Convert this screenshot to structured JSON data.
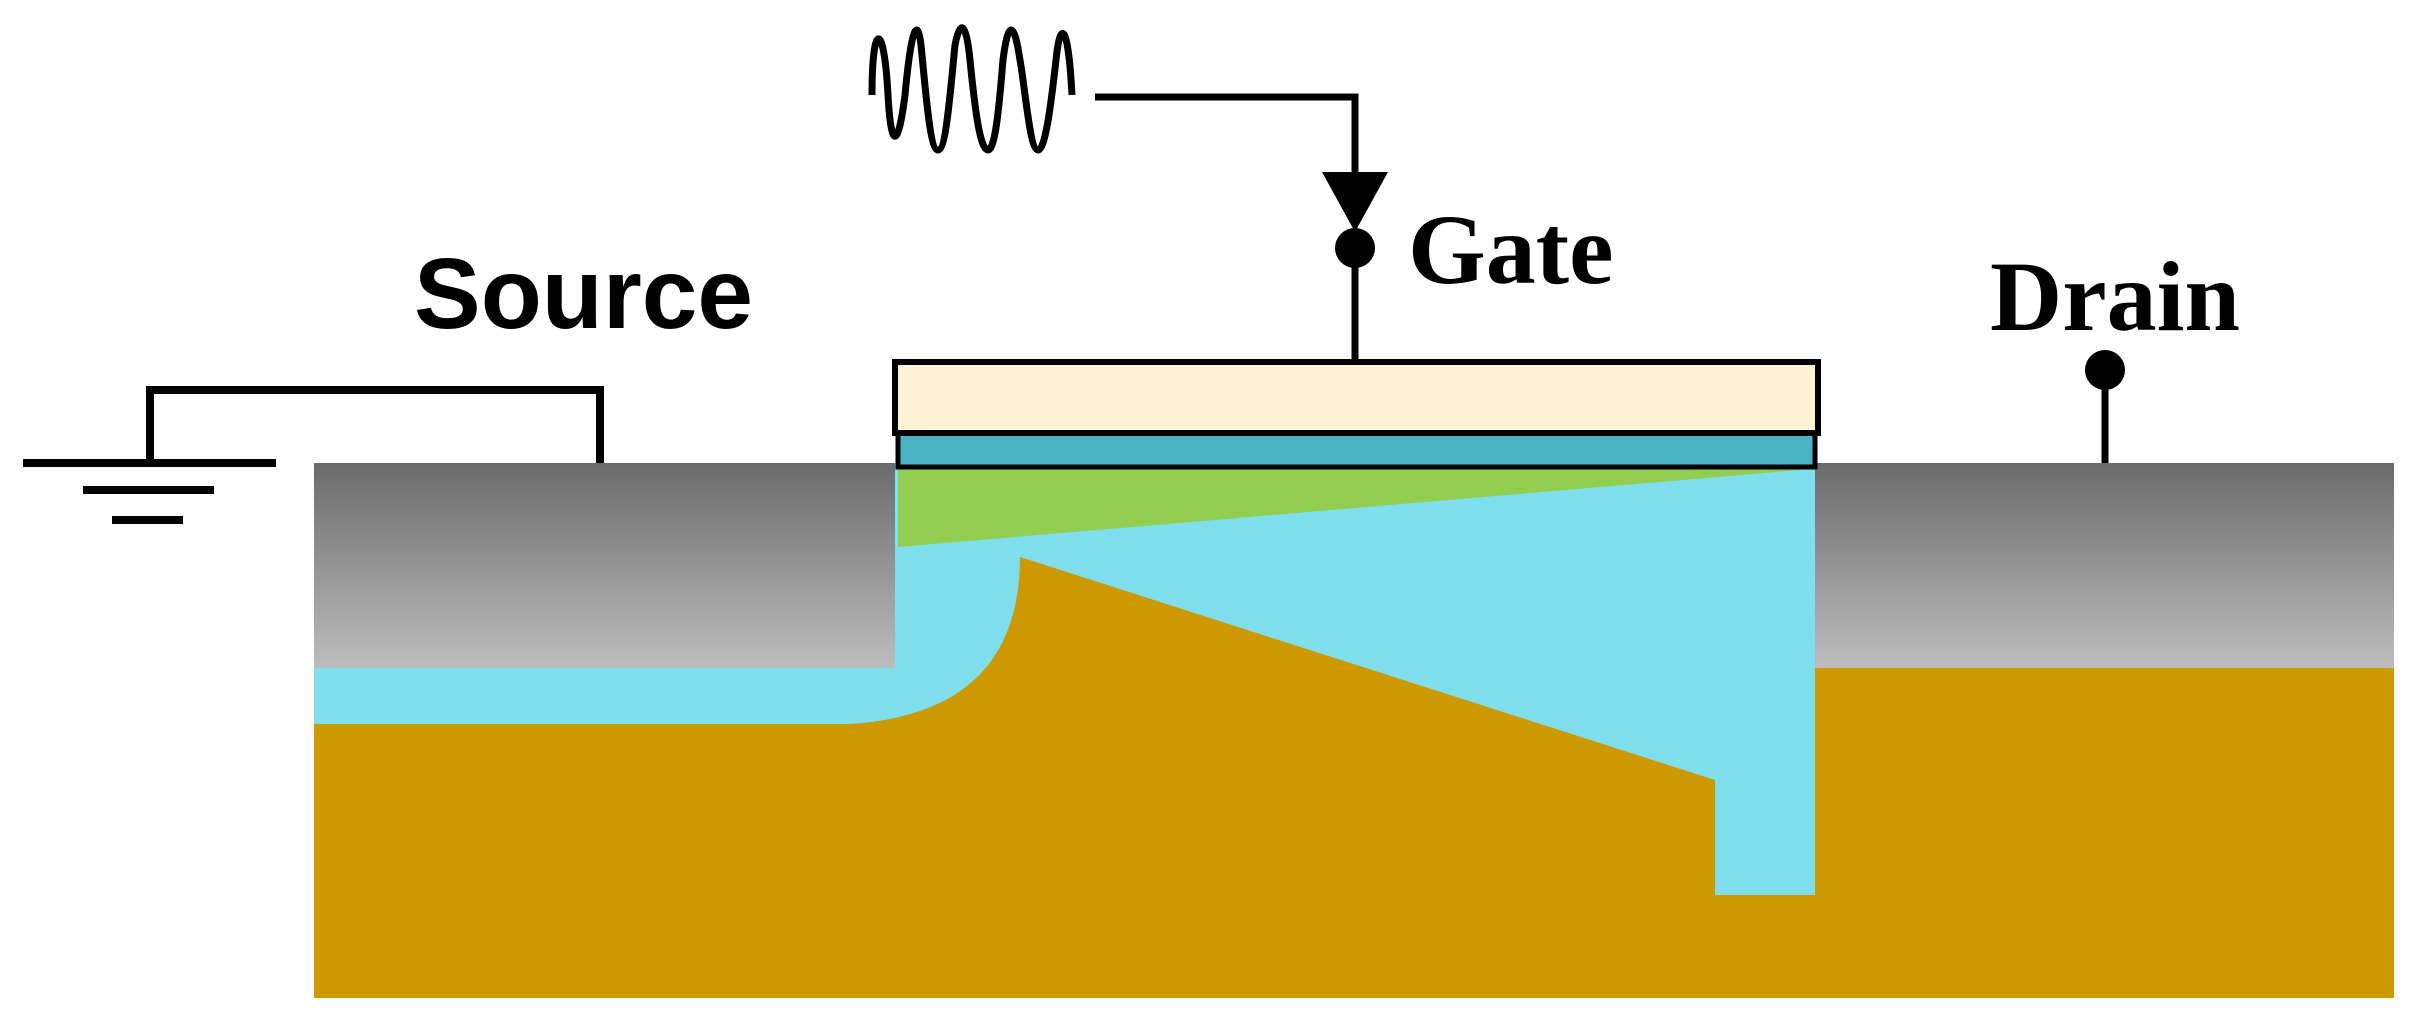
{
  "labels": {
    "source": "Source",
    "gate": "Gate",
    "drain": "Drain"
  },
  "icons": {
    "signal": "sine-wave-source-icon",
    "ground": "ground-icon",
    "terminal": "terminal-dot-icon",
    "arrow": "arrow-down-icon"
  },
  "colors": {
    "contact_top": "#6b6b6b",
    "contact_bottom": "#b8b8b8",
    "gate_metal": "#fdf2d2",
    "gate_oxide": "#4ab3c5",
    "channel": "#8fcf4f",
    "depletion": "#7fdfec",
    "substrate": "#cc9900",
    "wire": "#000000"
  }
}
